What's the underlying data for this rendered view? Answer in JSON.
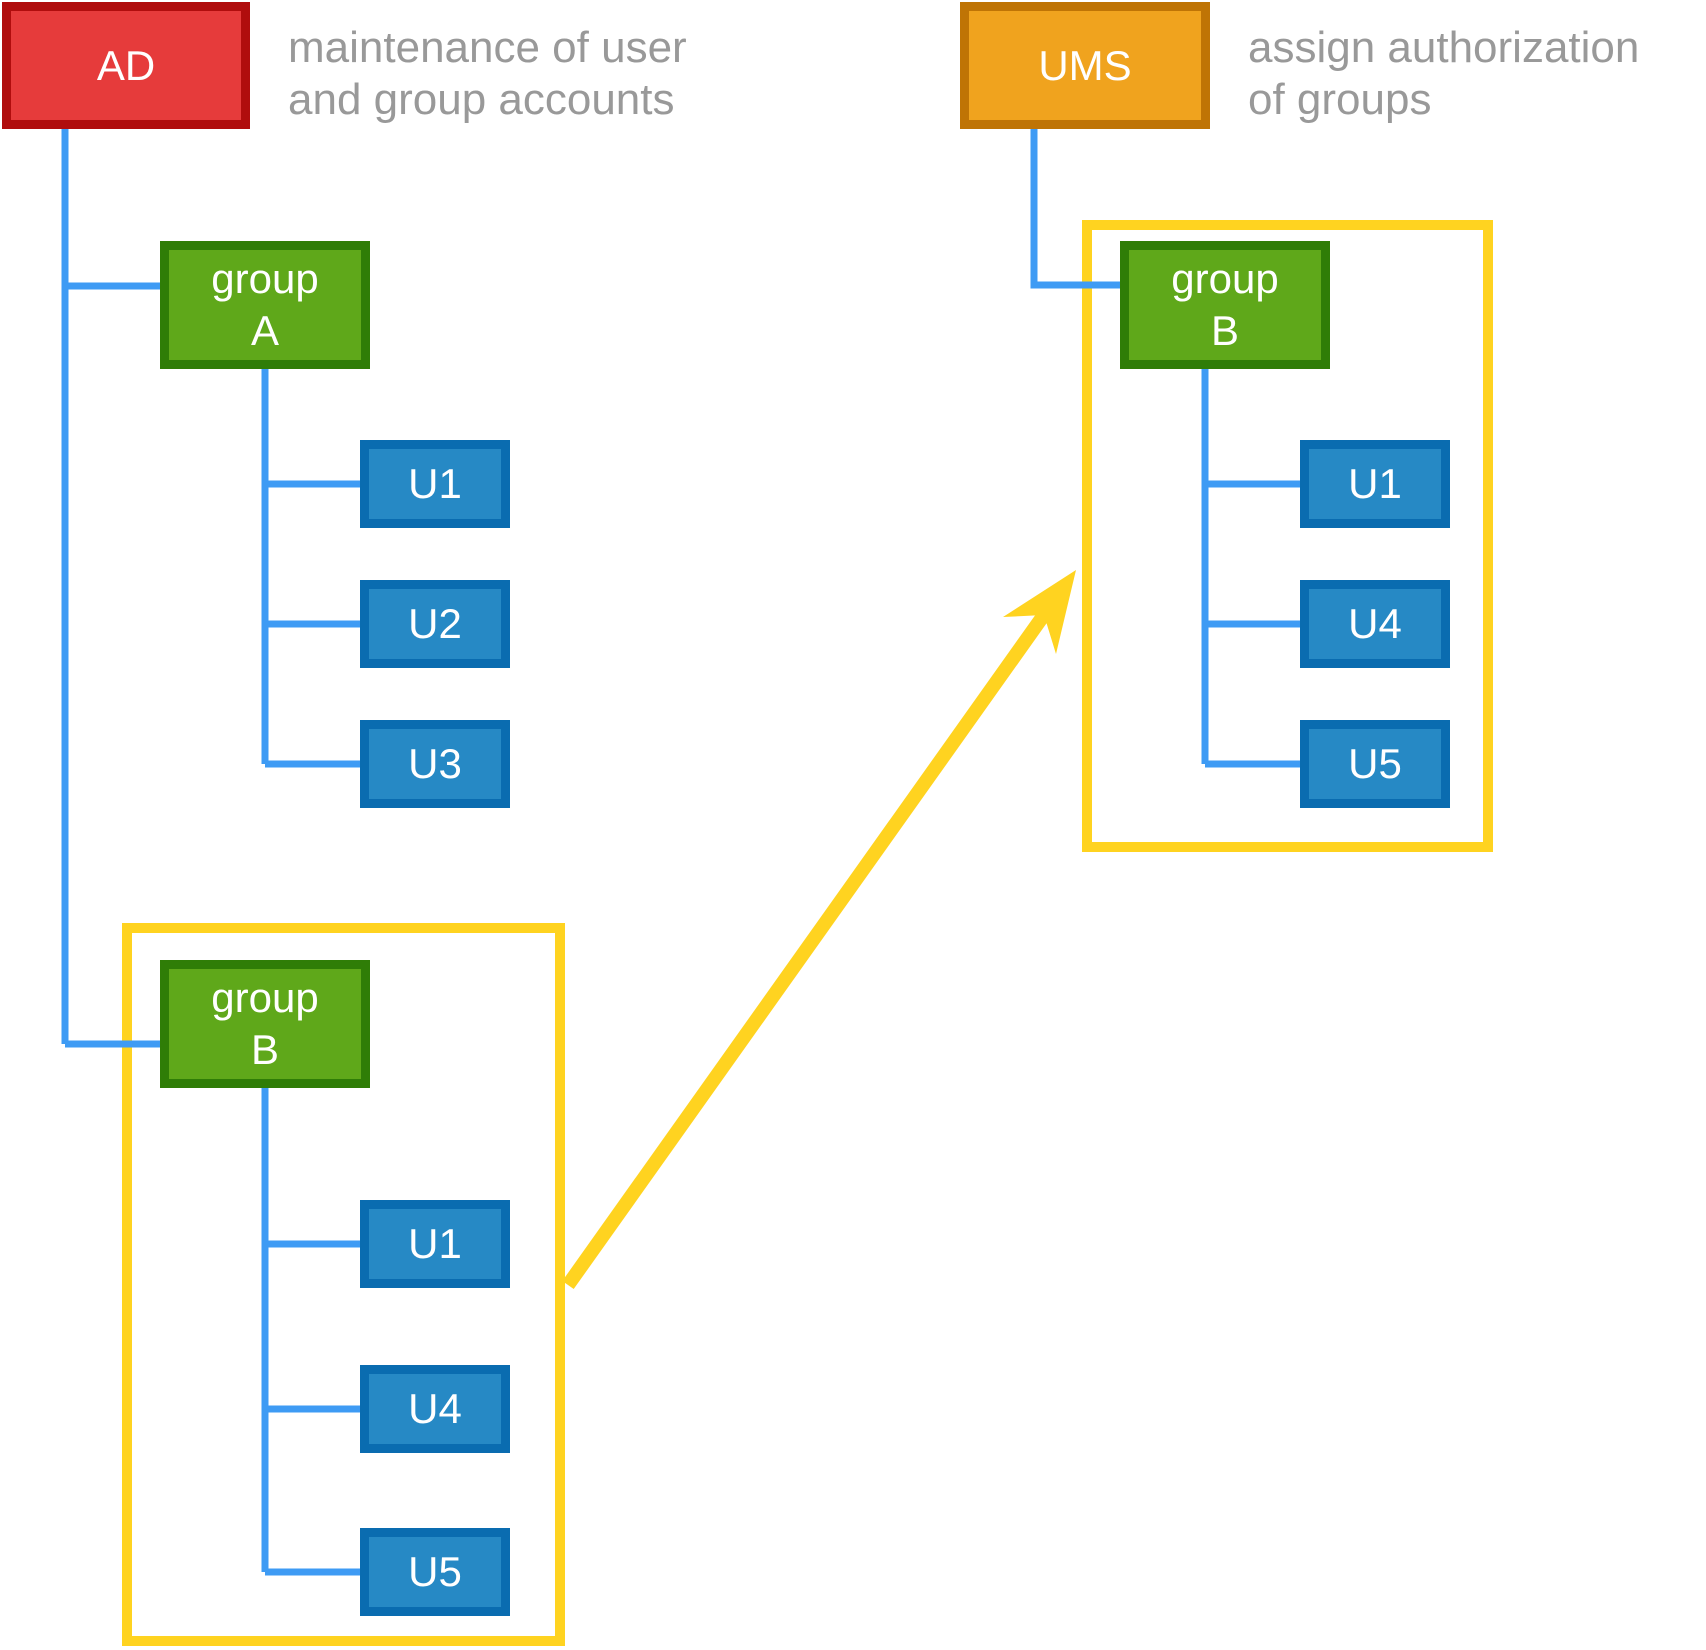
{
  "colors": {
    "red_fill": "#E63B3B",
    "red_border": "#B00D0D",
    "orange_fill": "#F0A31E",
    "orange_border": "#BF7405",
    "green_fill": "#5FA81A",
    "green_border": "#2F7D07",
    "blue_fill": "#2689C5",
    "blue_border": "#0A6CB0",
    "line_blue": "#3E9BF4",
    "yellow": "#FFD320",
    "gray_text": "#999999",
    "node_text": "#FFFFFF",
    "background": "#FFFFFF"
  },
  "left": {
    "root": {
      "label": "AD"
    },
    "caption": {
      "line1": "maintenance of user",
      "line2": "and group accounts"
    },
    "groupA": {
      "line1": "group",
      "line2": "A",
      "users": [
        "U1",
        "U2",
        "U3"
      ]
    },
    "groupB": {
      "line1": "group",
      "line2": "B",
      "users": [
        "U1",
        "U4",
        "U5"
      ]
    }
  },
  "right": {
    "root": {
      "label": "UMS"
    },
    "caption": {
      "line1": "assign authorization",
      "line2": "of groups"
    },
    "groupB": {
      "line1": "group",
      "line2": "B",
      "users": [
        "U1",
        "U4",
        "U5"
      ]
    }
  }
}
